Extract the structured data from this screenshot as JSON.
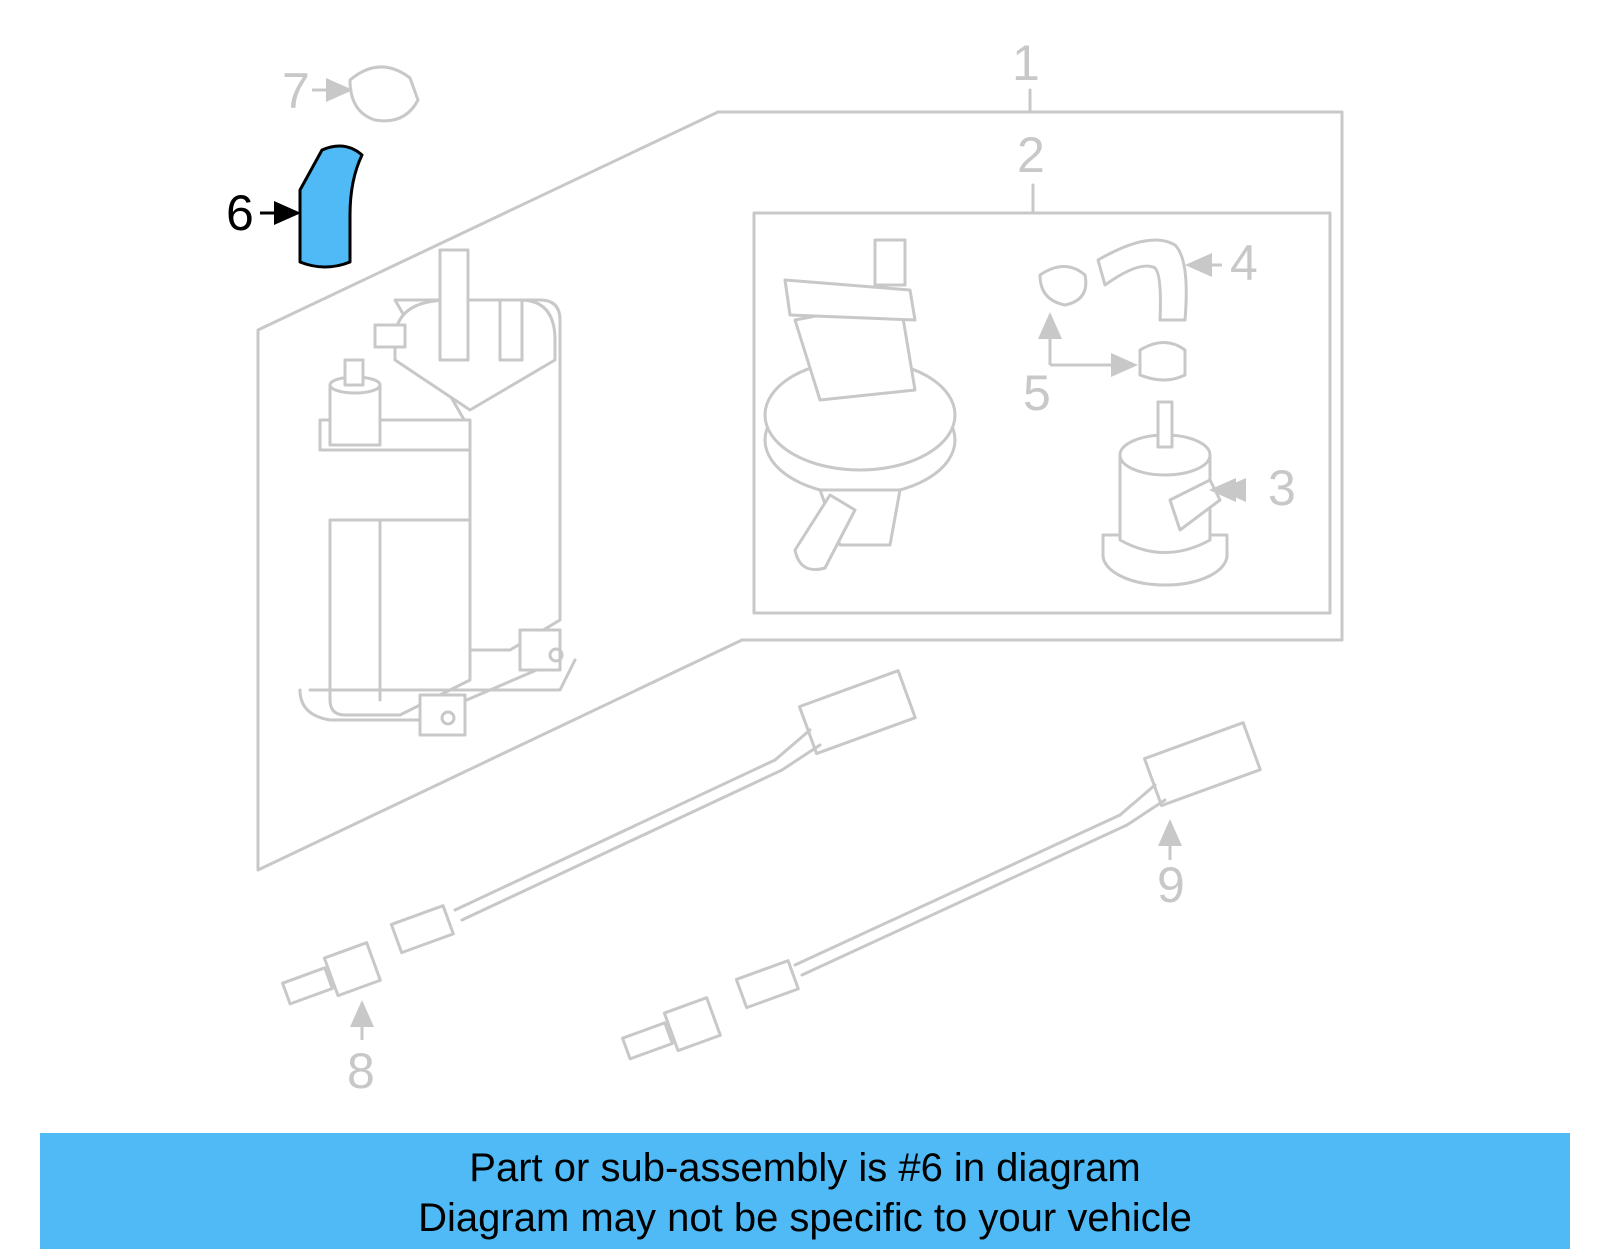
{
  "colors": {
    "highlight": "#4fbaf5",
    "banner": "#4fbaf5",
    "line_gray": "#c8c8c8",
    "active": "#000000"
  },
  "callouts": {
    "c1": "1",
    "c2": "2",
    "c3": "3",
    "c4": "4",
    "c5": "5",
    "c6": "6",
    "c7": "7",
    "c8": "8",
    "c9": "9"
  },
  "highlighted_part": "6",
  "banner": {
    "line1": "Part or sub-assembly is #6 in diagram",
    "line2": "Diagram may not be specific to your vehicle"
  }
}
